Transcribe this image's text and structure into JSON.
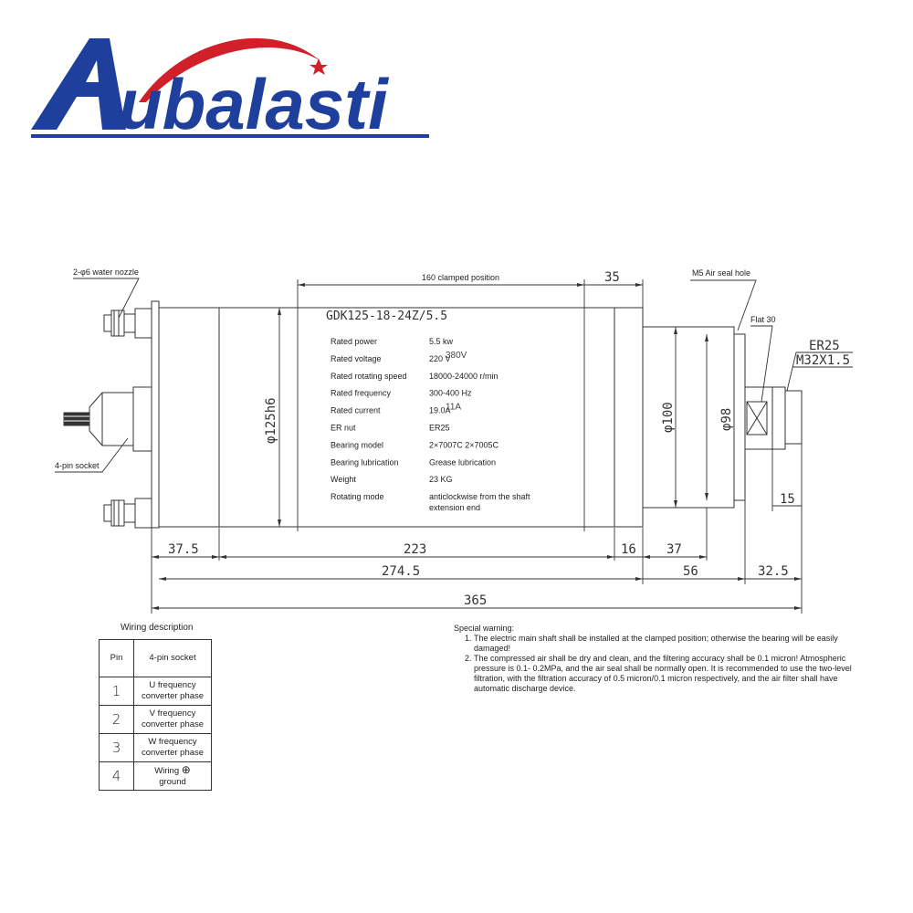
{
  "brand": {
    "name": "ubalasti",
    "logo_letter": "A",
    "primary_color": "#1f3f9c",
    "accent_color": "#d1202a"
  },
  "callouts": {
    "water_nozzle": "2-φ6 water nozzle",
    "pin_socket": "4-pin socket",
    "clamped_position": "160 clamped position",
    "air_seal_hole": "M5 Air seal hole",
    "flat": "Flat 30",
    "nut_type": "ER25",
    "thread": "M32X1.5"
  },
  "spec_plate": {
    "model": "GDK125-18-24Z/5.5",
    "rows": [
      {
        "label": "Rated power",
        "value": "5.5 kw"
      },
      {
        "label": "Rated voltage",
        "value": "220 V",
        "overlay": "380V"
      },
      {
        "label": "Rated rotating speed",
        "value": "18000-24000 r/min"
      },
      {
        "label": "Rated frequency",
        "value": "300-400 Hz"
      },
      {
        "label": "Rated current",
        "value": "19.0A",
        "overlay": "11A"
      },
      {
        "label": "ER nut",
        "value": "ER25"
      },
      {
        "label": "Bearing model",
        "value": "2×7007C 2×7005C"
      },
      {
        "label": "Bearing lubrication",
        "value": "Grease lubrication"
      },
      {
        "label": "Weight",
        "value": "23 KG"
      },
      {
        "label": "Rotating mode",
        "value": "anticlockwise from the shaft",
        "value2": "extension end"
      }
    ]
  },
  "dimensions": {
    "d_top_35": "35",
    "d_body_dia": "φ125h6",
    "d_dia_100": "φ100",
    "d_dia_98": "φ98",
    "d_15": "15",
    "d_37_5": "37.5",
    "d_223": "223",
    "d_16": "16",
    "d_37": "37",
    "d_274_5": "274.5",
    "d_56": "56",
    "d_32_5": "32.5",
    "d_365": "365"
  },
  "wiring": {
    "title": "Wiring description",
    "headers": {
      "pin": "Pin",
      "socket": "4-pin socket"
    },
    "rows": [
      {
        "pin": "1",
        "line1": "U frequency",
        "line2": "converter phase"
      },
      {
        "pin": "2",
        "line1": "V frequency",
        "line2": "converter phase"
      },
      {
        "pin": "3",
        "line1": "W frequency",
        "line2": "converter phase"
      },
      {
        "pin": "4",
        "line1": "Wiring",
        "line2": "ground",
        "symbol": "⊕"
      }
    ]
  },
  "warning": {
    "title": "Special warning:",
    "items": [
      "The electric main shaft shall be installed at the clamped position; otherwise the bearing will be easily damaged!",
      "The compressed air shall be dry and clean, and the filtering accuracy shall be 0.1 micron! Atmospheric pressure is 0.1- 0.2MPa, and the air seal shall be normally open. It is recommended to use the two-level filtration, with the filtration accuracy of 0.5 micron/0.1 micron respectively, and the air filter shall have automatic discharge device."
    ]
  }
}
